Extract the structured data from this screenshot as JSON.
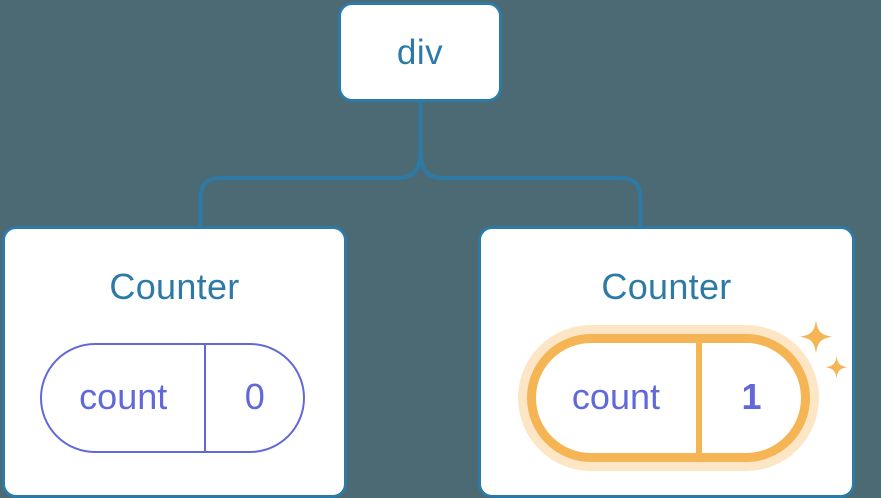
{
  "diagram": {
    "type": "component-tree",
    "background_color": "#4c6a73",
    "line_color": "#2e7aa6",
    "title_color": "#2e7aa6",
    "state_color": "#6168d8",
    "highlight_color": "#f5b555",
    "highlight_glow_color": "#fbdfb4"
  },
  "root": {
    "label": "div"
  },
  "children": [
    {
      "label": "Counter",
      "state": {
        "key": "count",
        "value": "0"
      },
      "highlighted": false
    },
    {
      "label": "Counter",
      "state": {
        "key": "count",
        "value": "1"
      },
      "highlighted": true,
      "sparkles": [
        "sparkle-large",
        "sparkle-small"
      ]
    }
  ],
  "connectors": {
    "from": "div",
    "to": [
      "Counter",
      "Counter"
    ]
  }
}
